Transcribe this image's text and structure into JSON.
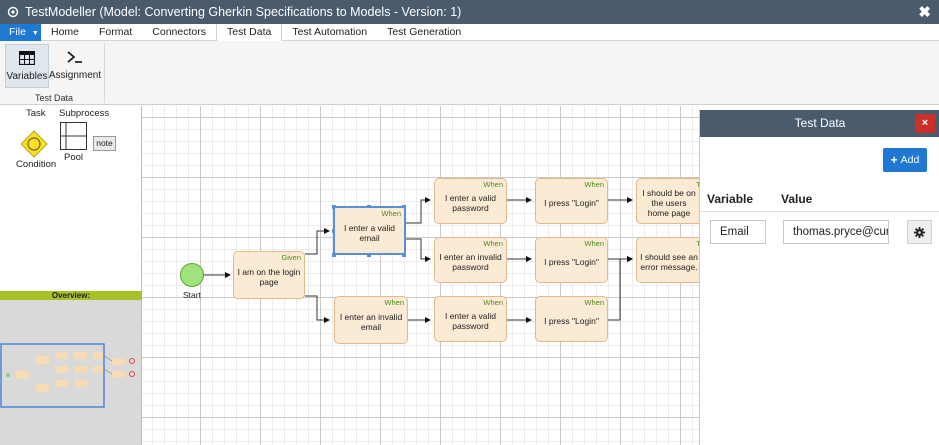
{
  "window": {
    "title": "TestModeller (Model: Converting Gherkin Specifications to Models - Version: 1)",
    "close_glyph": "✖"
  },
  "menu": {
    "file": "File",
    "tabs": [
      "Home",
      "Format",
      "Connectors",
      "Test Data",
      "Test Automation",
      "Test Generation"
    ],
    "active": "Test Data"
  },
  "ribbon": {
    "variables_label": "Variables",
    "assignment_label": "Assignment",
    "group_label": "Test Data"
  },
  "palette": {
    "task": "Task",
    "subprocess": "Subprocess",
    "condition": "Condition",
    "pool": "Pool",
    "note": "note",
    "overview_title": "Overview:"
  },
  "canvas": {
    "start_label": "Start",
    "nodes": {
      "n1": {
        "keyword": "Given",
        "text": "I am on the login page"
      },
      "n2": {
        "keyword": "When",
        "text": "I enter a valid email"
      },
      "n3": {
        "keyword": "When",
        "text": "I enter an invalid email"
      },
      "n4": {
        "keyword": "When",
        "text": "I enter a valid password"
      },
      "n5": {
        "keyword": "When",
        "text": "I enter an invalid password"
      },
      "n6": {
        "keyword": "When",
        "text": "I enter a valid password"
      },
      "n7": {
        "keyword": "When",
        "text": "I press \"Login\""
      },
      "n8": {
        "keyword": "When",
        "text": "I press \"Login\""
      },
      "n9": {
        "keyword": "When",
        "text": "I press \"Login\""
      },
      "n10": {
        "keyword": "Th",
        "text": "I should be on the users home page"
      },
      "n11": {
        "keyword": "Th",
        "text": "I should see an error message."
      }
    }
  },
  "test_data_panel": {
    "title": "Test Data",
    "close": "×",
    "add_label": "Add",
    "columns": {
      "variable": "Variable",
      "value": "Value"
    },
    "rows": [
      {
        "variable": "Email",
        "value": "thomas.pryce@cur"
      }
    ]
  },
  "colors": {
    "titlebar": "#4a5b6e",
    "accent_blue": "#1f78d1",
    "close_red": "#c9302c",
    "node_fill": "#fcebd4",
    "keyword_green": "#4a8a19",
    "overview_green": "#a6c227"
  }
}
